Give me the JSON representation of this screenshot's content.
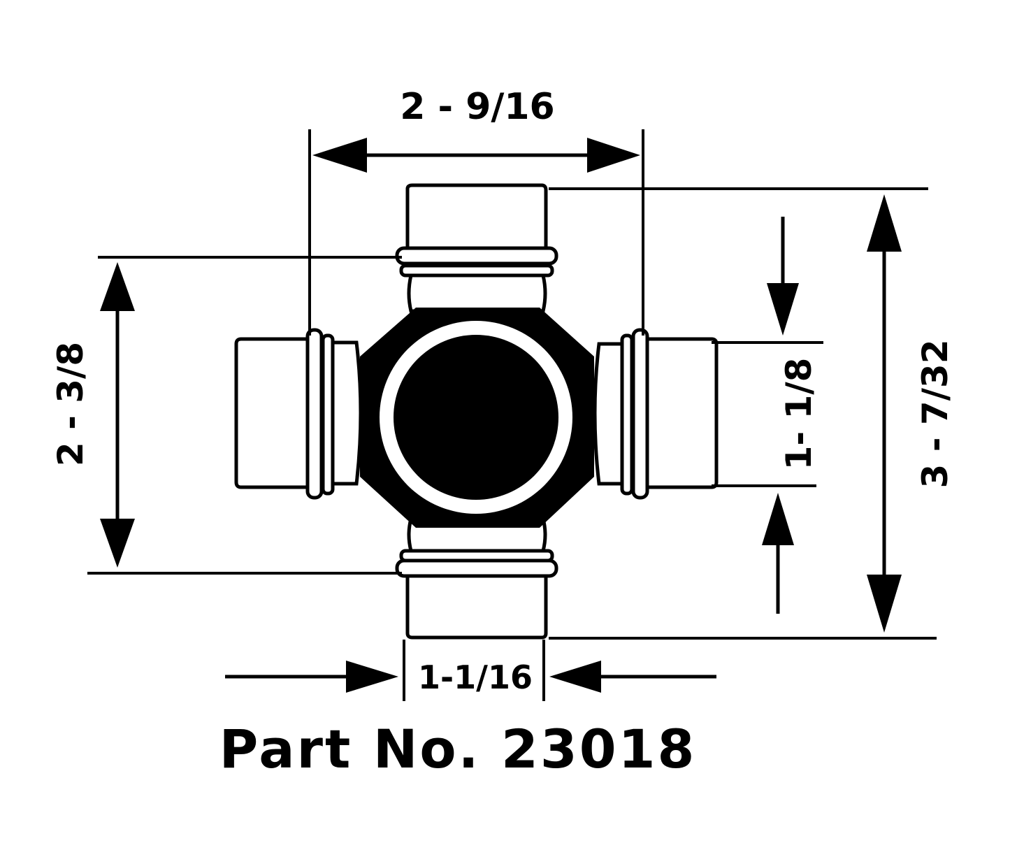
{
  "dimensions": {
    "top_width": "2 - 9/16",
    "left_height": "2 - 3/8",
    "right_inner": "1- 1/8",
    "right_outer": "3 - 7/32",
    "bottom_width": "1-1/16"
  },
  "part_number": "Part No. 23018",
  "colors": {
    "ink": "#000000",
    "background": "#ffffff"
  },
  "icons": [
    "arrow-icon",
    "u-joint-cross-icon"
  ]
}
